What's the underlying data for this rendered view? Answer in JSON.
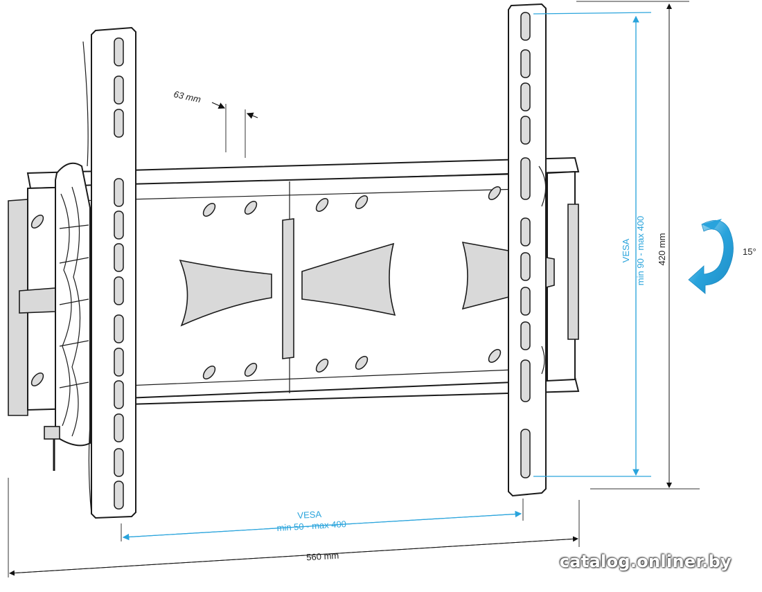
{
  "dimensions": {
    "spacer": "63 mm",
    "vesa_horizontal": {
      "label": "VESA",
      "range": "min 50 - max 400"
    },
    "vesa_vertical": {
      "label": "VESA",
      "range": "min 90 - max 400"
    },
    "total_width": "560 mm",
    "total_height": "420 mm",
    "tilt": "15°"
  },
  "colors": {
    "dimension_blue": "#2aa4dc",
    "tilt_arrow": "#29a3dc",
    "outline": "#1a1a1a"
  },
  "icons": {
    "tilt_arrow": "curved-tilt-arrow-icon"
  },
  "watermark": "catalog.onliner.by"
}
